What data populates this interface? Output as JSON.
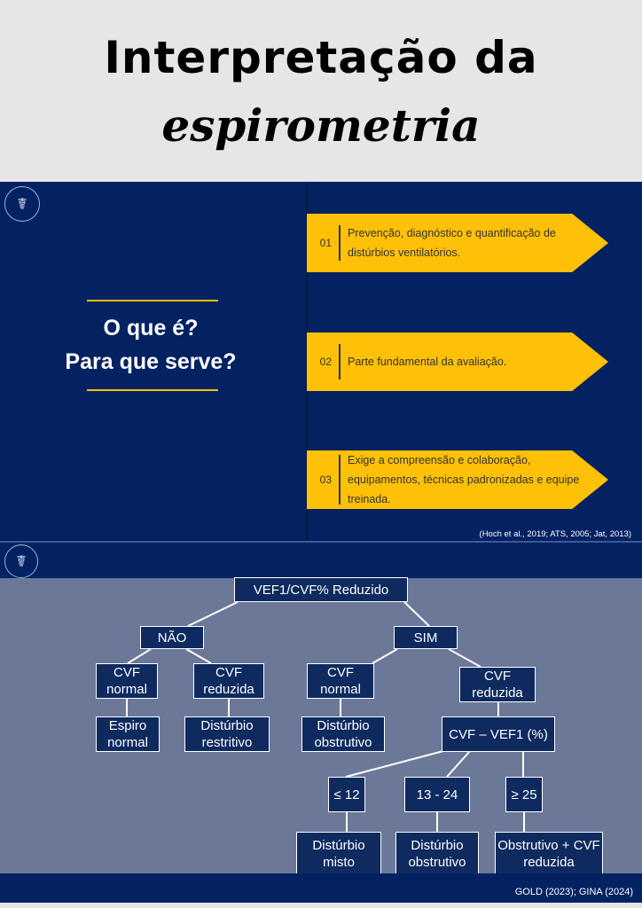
{
  "header": {
    "title_line1": "Interpretação da",
    "title_line2": "espirometria"
  },
  "section1": {
    "logo_icon": "lungs-emblem-icon",
    "question_line1": "O que é?",
    "question_line2": "Para que serve?",
    "items": [
      {
        "num": "01",
        "text": "Prevenção, diagnóstico e quantificação de distúrbios ventilatórios."
      },
      {
        "num": "02",
        "text": "Parte fundamental da avaliação."
      },
      {
        "num": "03",
        "text": "Exige a compreensão e colaboração, equipamentos, técnicas padronizadas e equipe treinada."
      }
    ],
    "citation": "(Hoch et al., 2019;  ATS, 2005; Jat, 2013)"
  },
  "flowchart": {
    "root": "VEF1/CVF% Reduzido",
    "no": "NÃO",
    "yes": "SIM",
    "no_cvf_normal": "CVF normal",
    "no_cvf_reduced": "CVF reduzida",
    "yes_cvf_normal": "CVF normal",
    "yes_cvf_reduced": "CVF reduzida",
    "espiro_normal": "Espiro normal",
    "restrictive": "Distúrbio restritivo",
    "obstructive1": "Distúrbio obstrutivo",
    "diff": "CVF – VEF1 (%)",
    "le12": "≤ 12",
    "mid": "13 - 24",
    "ge25": "≥ 25",
    "mixed": "Distúrbio misto",
    "obstructive2": "Distúrbio obstrutivo",
    "obst_cvf": "Obstrutivo + CVF reduzida"
  },
  "footer": {
    "citation": "GOLD (2023); GINA (2024)"
  }
}
